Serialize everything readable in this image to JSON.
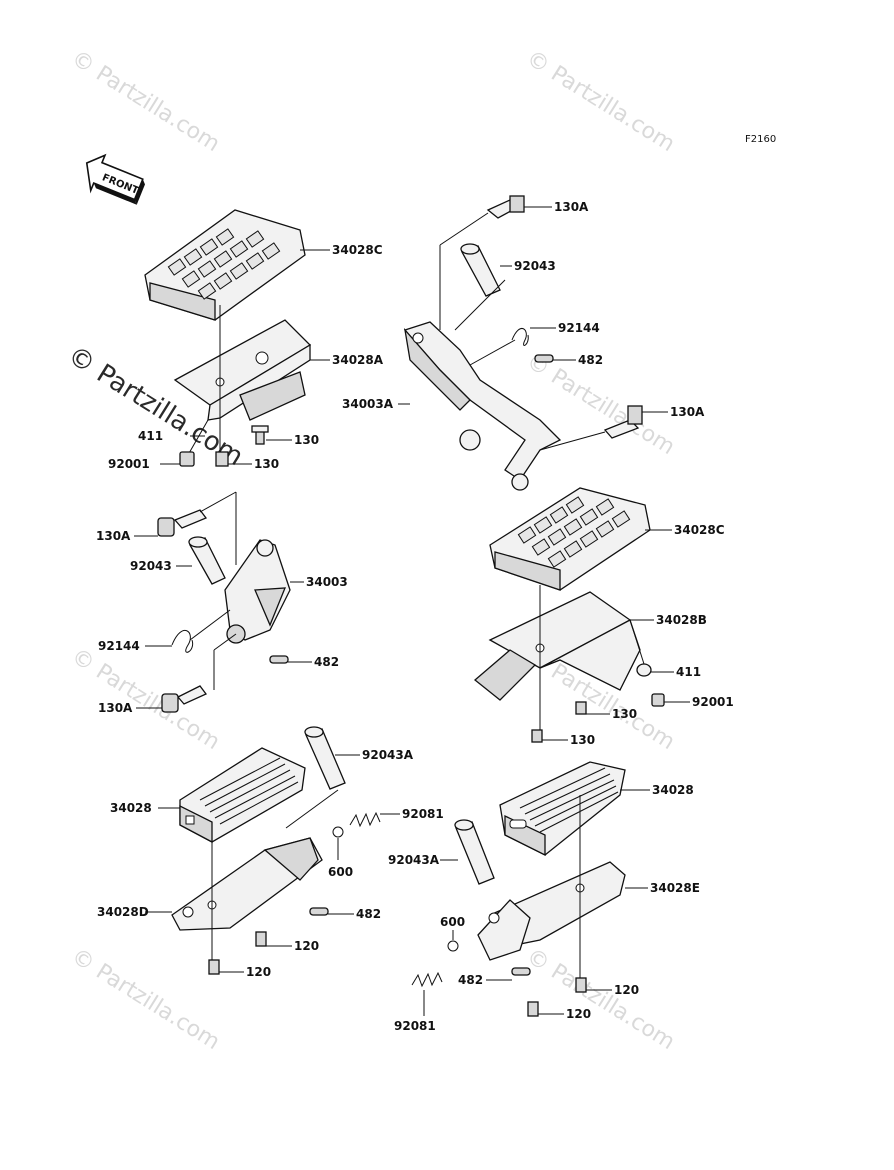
{
  "figure_code": "F2160",
  "front_arrow_text": "FRONT",
  "watermarks": {
    "brand": "© Partzilla.com",
    "main": "© Partzilla.com"
  },
  "parts": {
    "p34028C_top": "34028C",
    "p34028A": "34028A",
    "p411_left": "411",
    "p92001_left": "92001",
    "p130_left_a": "130",
    "p130_left_b": "130",
    "p130A_rtop": "130A",
    "p92043_rtop": "92043",
    "p92144_rtop": "92144",
    "p482_rtop": "482",
    "p34003A": "34003A",
    "p130A_rmid": "130A",
    "p130A_lmid": "130A",
    "p92043_lmid": "92043",
    "p34003": "34003",
    "p92144_lmid": "92144",
    "p482_lmid": "482",
    "p130A_lbot": "130A",
    "p34028C_right": "34028C",
    "p34028B": "34028B",
    "p411_right": "411",
    "p92001_right": "92001",
    "p130_right_a": "130",
    "p130_right_b": "130",
    "p92043A_left": "92043A",
    "p34028_left": "34028",
    "p92081_left": "92081",
    "p600_left": "600",
    "p34028D": "34028D",
    "p482_lbot": "482",
    "p120_left_a": "120",
    "p120_left_b": "120",
    "p34028_right": "34028",
    "p92043A_right": "92043A",
    "p34028E": "34028E",
    "p600_right": "600",
    "p482_rbot": "482",
    "p120_right_a": "120",
    "p120_right_b": "120",
    "p92081_right": "92081"
  }
}
